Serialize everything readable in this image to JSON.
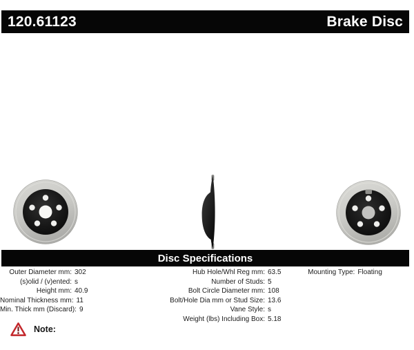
{
  "header": {
    "part_number": "120.61123",
    "product_type": "Brake Disc"
  },
  "images": {
    "front_view": "brake-disc-front-view",
    "side_view": "brake-disc-side-profile-view",
    "rear_view": "brake-disc-rear-view"
  },
  "specifications": {
    "section_title": "Disc Specifications",
    "left_column": [
      {
        "label": "Outer Diameter mm:",
        "value": "302"
      },
      {
        "label": "(s)olid / (v)ented:",
        "value": "s"
      },
      {
        "label": "Height mm:",
        "value": "40.9"
      },
      {
        "label": "Nominal Thickness mm:",
        "value": "11"
      },
      {
        "label": "Min. Thick mm (Discard):",
        "value": "9"
      }
    ],
    "middle_column": [
      {
        "label": "Hub Hole/Whl Reg mm:",
        "value": "63.5"
      },
      {
        "label": "Number of Studs:",
        "value": "5"
      },
      {
        "label": "Bolt Circle Diameter mm:",
        "value": "108"
      },
      {
        "label": "Bolt/Hole Dia mm or Stud Size:",
        "value": "13.6"
      },
      {
        "label": "Vane Style:",
        "value": "s"
      },
      {
        "label": "Weight (lbs) Including Box:",
        "value": "5.18"
      }
    ],
    "right_column": [
      {
        "label": "Mounting Type:",
        "value": "Floating"
      }
    ]
  },
  "note": {
    "label": "Note:",
    "icon": "warning-triangle-icon"
  },
  "colors": {
    "bar_background": "#060606",
    "bar_text": "#ffffff",
    "body_text": "#1b1b1b",
    "warning_red": "#c3272b",
    "disc_ring_gray": "#c9c9c5",
    "disc_hub_black": "#141414"
  }
}
